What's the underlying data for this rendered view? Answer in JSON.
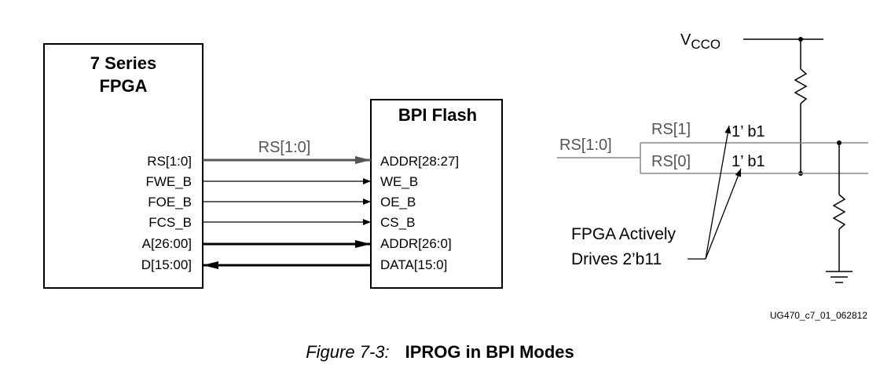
{
  "fpga": {
    "title_line1": "7 Series",
    "title_line2": "FPGA",
    "pins": [
      "RS[1:0]",
      "FWE_B",
      "FOE_B",
      "FCS_B",
      "A[26:00]",
      "D[15:00]"
    ]
  },
  "flash": {
    "title": "BPI Flash",
    "pins": [
      "ADDR[28:27]",
      "WE_B",
      "OE_B",
      "CS_B",
      "ADDR[26:0]",
      "DATA[15:0]"
    ]
  },
  "bus_label": "RS[1:0]",
  "right": {
    "vcco_main": "V",
    "vcco_sub": "CCO",
    "rs_bus": "RS[1:0]",
    "rs1": "RS[1]",
    "rs0": "RS[0]",
    "val1": "1’ b1",
    "val0": "1’ b1",
    "note_line1": "FPGA Actively",
    "note_line2": "Drives 2’b11"
  },
  "ref_code": "UG470_c7_01_062812",
  "caption": {
    "number": "Figure 7-3:",
    "title": "IPROG in BPI Modes"
  }
}
